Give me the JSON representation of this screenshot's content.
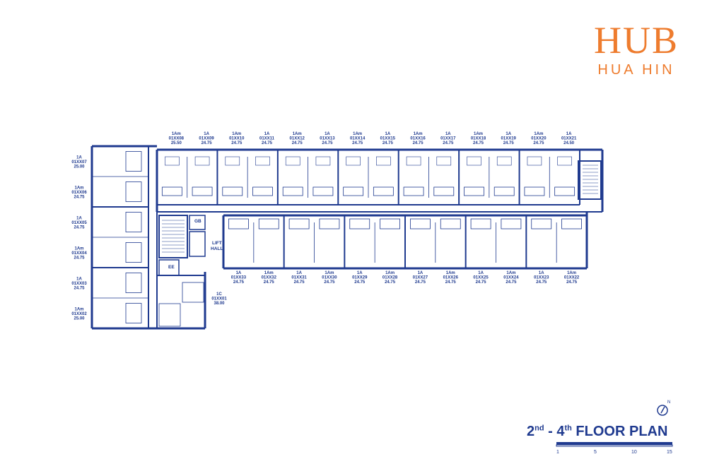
{
  "logo": {
    "brand": "HUB",
    "sub": "HUA HIN"
  },
  "title": {
    "start": "2",
    "start_sup": "nd",
    "sep": " - ",
    "end": "4",
    "end_sup": "th",
    "text": " FLOOR PLAN"
  },
  "scale": {
    "ticks": [
      "1",
      "5",
      "10",
      "15"
    ]
  },
  "compass": {
    "north": "N"
  },
  "rooms": {
    "lift_hall_1": "LIFT",
    "lift_hall_2": "HALL",
    "gb": "GB",
    "ee": "EE"
  },
  "units": {
    "top": [
      {
        "type": "1Am",
        "code": "01XX08",
        "area": "25.50"
      },
      {
        "type": "1A",
        "code": "01XX09",
        "area": "24.75"
      },
      {
        "type": "1Am",
        "code": "01XX10",
        "area": "24.75"
      },
      {
        "type": "1A",
        "code": "01XX11",
        "area": "24.75"
      },
      {
        "type": "1Am",
        "code": "01XX12",
        "area": "24.75"
      },
      {
        "type": "1A",
        "code": "01XX13",
        "area": "24.75"
      },
      {
        "type": "1Am",
        "code": "01XX14",
        "area": "24.75"
      },
      {
        "type": "1A",
        "code": "01XX15",
        "area": "24.75"
      },
      {
        "type": "1Am",
        "code": "01XX16",
        "area": "24.75"
      },
      {
        "type": "1A",
        "code": "01XX17",
        "area": "24.75"
      },
      {
        "type": "1Am",
        "code": "01XX18",
        "area": "24.75"
      },
      {
        "type": "1A",
        "code": "01XX19",
        "area": "24.75"
      },
      {
        "type": "1Am",
        "code": "01XX20",
        "area": "24.75"
      },
      {
        "type": "1A",
        "code": "01XX21",
        "area": "24.50"
      }
    ],
    "bottom": [
      {
        "type": "1A",
        "code": "01XX33",
        "area": "24.75"
      },
      {
        "type": "1Am",
        "code": "01XX32",
        "area": "24.75"
      },
      {
        "type": "1A",
        "code": "01XX31",
        "area": "24.75"
      },
      {
        "type": "1Am",
        "code": "01XX30",
        "area": "24.75"
      },
      {
        "type": "1A",
        "code": "01XX29",
        "area": "24.75"
      },
      {
        "type": "1Am",
        "code": "01XX28",
        "area": "24.75"
      },
      {
        "type": "1A",
        "code": "01XX27",
        "area": "24.75"
      },
      {
        "type": "1Am",
        "code": "01XX26",
        "area": "24.75"
      },
      {
        "type": "1A",
        "code": "01XX25",
        "area": "24.75"
      },
      {
        "type": "1Am",
        "code": "01XX24",
        "area": "24.75"
      },
      {
        "type": "1A",
        "code": "01XX23",
        "area": "24.75"
      },
      {
        "type": "1Am",
        "code": "01XX22",
        "area": "24.75"
      }
    ],
    "left": [
      {
        "type": "1A",
        "code": "01XX07",
        "area": "25.00"
      },
      {
        "type": "1Am",
        "code": "01XX06",
        "area": "24.75"
      },
      {
        "type": "1A",
        "code": "01XX05",
        "area": "24.75"
      },
      {
        "type": "1Am",
        "code": "01XX04",
        "area": "24.75"
      },
      {
        "type": "1A",
        "code": "01XX03",
        "area": "24.75"
      },
      {
        "type": "1Am",
        "code": "01XX02",
        "area": "25.00"
      }
    ],
    "corner": {
      "type": "1C",
      "code": "01XX01",
      "area": "38.00"
    }
  },
  "colors": {
    "brand": "#ee7c2e",
    "plan": "#1f3a8f"
  }
}
